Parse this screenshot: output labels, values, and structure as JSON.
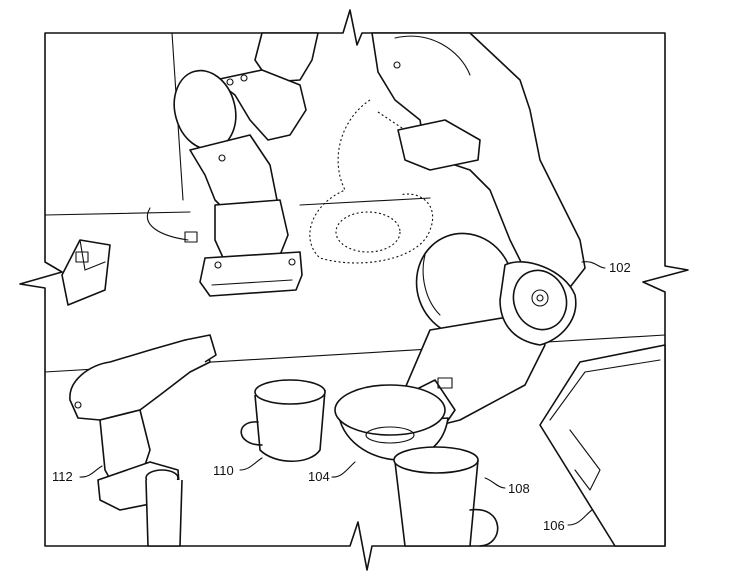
{
  "figure": {
    "labels": {
      "robot": "102",
      "bowl": "104",
      "tray": "106",
      "mug_front": "108",
      "mug_back": "110",
      "drill": "112"
    }
  }
}
